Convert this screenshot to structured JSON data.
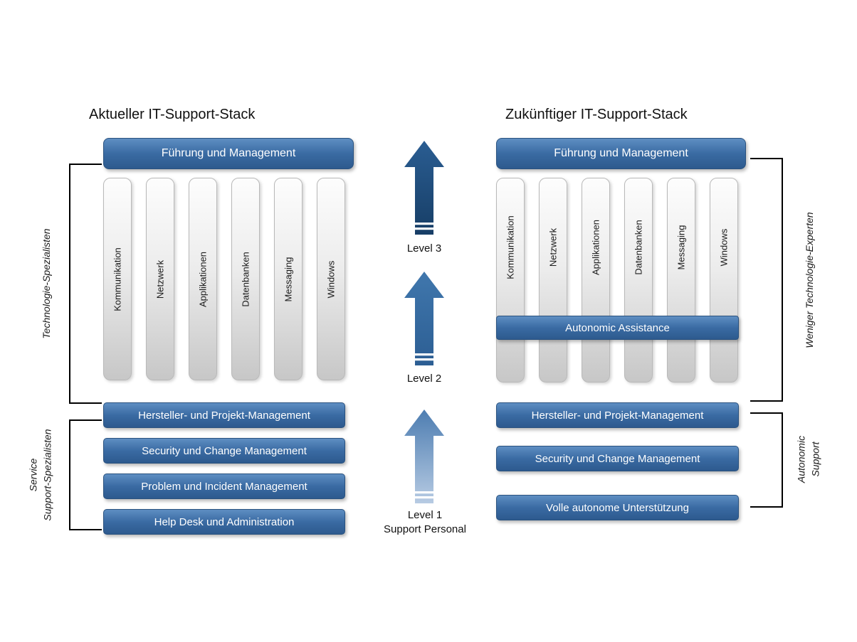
{
  "left_stack": {
    "title": "Aktueller IT-Support-Stack",
    "header": "Führung und Management",
    "pillars": [
      "Kommunikation",
      "Netzwerk",
      "Applikationen",
      "Datenbanken",
      "Messaging",
      "Windows"
    ],
    "bars": [
      "Hersteller- und Projekt-Management",
      "Security und Change Management",
      "Problem und Incident Management",
      "Help Desk und Administration"
    ],
    "bracket_top": "Technologie-Spezialisten",
    "bracket_bottom_line1": "Service",
    "bracket_bottom_line2": "Support-Spezialisten"
  },
  "right_stack": {
    "title": "Zukünftiger IT-Support-Stack",
    "header": "Führung und Management",
    "pillars": [
      "Kommunikation",
      "Netzwerk",
      "Applikationen",
      "Datenbanken",
      "Messaging",
      "Windows"
    ],
    "overlay_bar": "Autonomic Assistance",
    "bars": [
      "Hersteller- und Projekt-Management",
      "Security und Change Management",
      "Volle autonome Unterstützung"
    ],
    "bracket_top": "Weniger Technologie-Experten",
    "bracket_bottom_line1": "Autonomic",
    "bracket_bottom_line2": "Support"
  },
  "levels": {
    "level3": "Level 3",
    "level2": "Level 2",
    "level1": "Level 1",
    "level1_sub": "Support Personal"
  },
  "colors": {
    "bar_blue_top": "#5e8ec2",
    "bar_blue_bottom": "#2d5a8e",
    "arrow_level3": "#1f4e79",
    "arrow_level2": "#3a70a8",
    "arrow_level1_top": "#4d7db1",
    "arrow_level1_bottom": "#b7cbe3",
    "pillar_gray": "#d9d9d9"
  }
}
